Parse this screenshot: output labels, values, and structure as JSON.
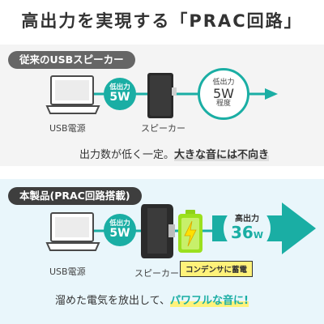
{
  "title": "高出力を実現する「PRAC回路」",
  "colors": {
    "teal": "#1aaea4",
    "battery_green": "#9be01e",
    "bolt_yellow": "#ffe000",
    "highlight_yellow": "#fff27a"
  },
  "conventional": {
    "label": "従来のUSBスピーカー",
    "usb_caption": "USB電源",
    "speaker_caption": "スピーカー",
    "input_badge": {
      "top": "低出力",
      "value": "5W"
    },
    "output_circle": {
      "top": "低出力",
      "value": "5W",
      "bottom": "程度"
    },
    "sentence": {
      "prefix": "出力数が低く一定。",
      "highlight": "大きな音には不向き"
    }
  },
  "product": {
    "label": "本製品(PRAC回路搭載)",
    "usb_caption": "USB電源",
    "speaker_caption": "スピーカー",
    "input_badge": {
      "top": "低出力",
      "value": "5W"
    },
    "capacitor_label": "コンデンサに蓄電",
    "output": {
      "top": "高出力",
      "value": "36",
      "unit": "W"
    },
    "sentence": {
      "prefix": "溜めた電気を放出して、",
      "highlight": "パワフルな音に!"
    }
  }
}
